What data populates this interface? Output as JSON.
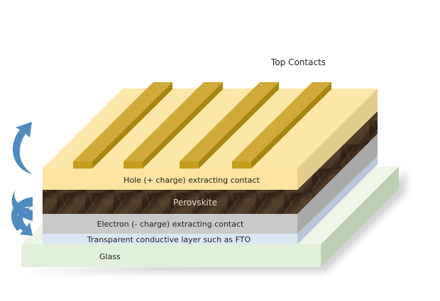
{
  "title": "Top Contacts",
  "layers": {
    "hole": "Hole (+ charge) extracting contact",
    "perovskite": "Perovskite",
    "electron": "Electron (- charge) extracting contact",
    "fto": "Transparent conductive layer such as FTO",
    "glass": "Glass"
  },
  "colors": {
    "hole": "#fde8a6",
    "perovskite": "#3b2a1c",
    "electron": "#c9c9c9",
    "fto": "#dbe6f3",
    "glass": "#e3efd9",
    "contact": "#c9a22a",
    "arrow": "#4f8ac0"
  }
}
